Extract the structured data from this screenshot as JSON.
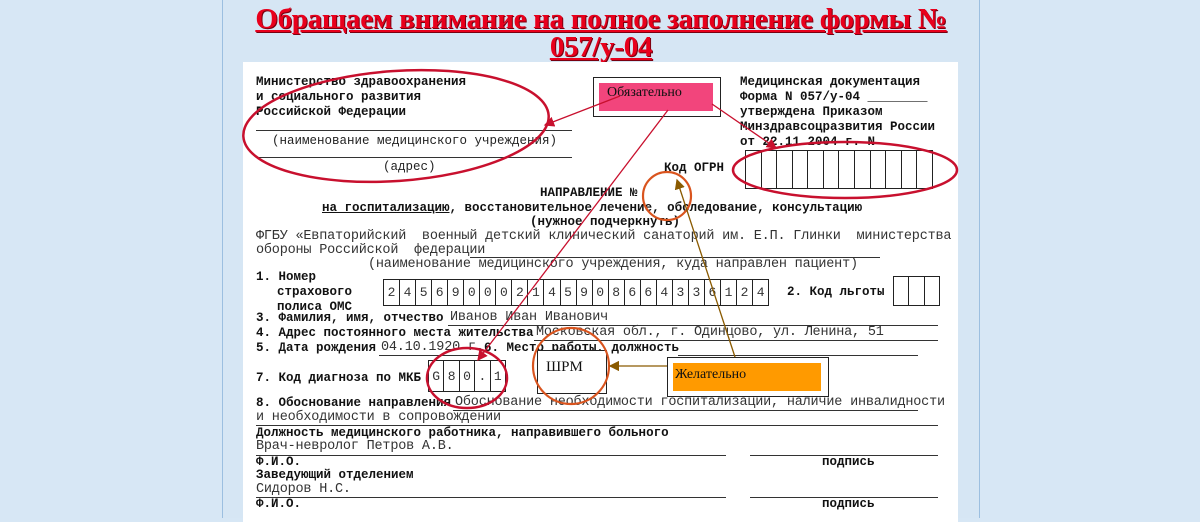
{
  "title": {
    "line1": "Обращаем внимание на полное заполнение формы №",
    "line2": "057/у-04"
  },
  "colors": {
    "title": "#e8001c",
    "required": "#f2457c",
    "desired": "#ff9a00",
    "red_mark": "#c8102e",
    "orange_mark": "#d9541e"
  },
  "callouts": {
    "required": "Обязательно",
    "desired": "Желательно",
    "shrm": "ШРМ"
  },
  "header_left": {
    "lines": [
      "Министерство здравоохранения",
      "и социального развития",
      "Российской Федерации"
    ],
    "institution_caption": "(наименование медицинского учреждения)",
    "address_caption": "(адрес)"
  },
  "header_right": {
    "lines": [
      "Медицинская документация",
      "Форма N 057/у-04 ________",
      "утверждена Приказом",
      "Минздравсоцразвития России",
      "от 22.11.2004 г. N"
    ],
    "ogrn_label": "Код ОГРН",
    "ogrn_cells": 12
  },
  "heading": {
    "title": "НАПРАВЛЕНИЕ №",
    "purpose_underlined": "на госпитализацию",
    "purpose_rest": ", восстановительное лечение, обследование, консультацию",
    "note": "(нужное подчеркнуть)"
  },
  "destination": {
    "line1": "ФГБУ «Евпаторийский  военный детский клинический санаторий им. Е.П. Глинки  министерства",
    "line2": "обороны Российской  федерации",
    "caption": "(наименование медицинского учреждения, куда направлен пациент)"
  },
  "fields": {
    "policy_label": [
      "1. Номер",
      "страхового",
      "полиса ОМС"
    ],
    "policy_digits": [
      "2",
      "4",
      "5",
      "6",
      "9",
      "0",
      "0",
      "0",
      "2",
      "1",
      "4",
      "5",
      "9",
      "0",
      "8",
      "6",
      "6",
      "4",
      "3",
      "3",
      "6",
      "1",
      "2",
      "4"
    ],
    "benefit_label": "2. Код льготы",
    "benefit_cells": 3,
    "name_label": "3. Фамилия, имя, отчество",
    "name_value": "Иванов Иван Иванович",
    "address_label": "4. Адрес постоянного места жительства",
    "address_value": "Московская обл., г. Одинцово, ул. Ленина, 51",
    "birth_label": "5. Дата рождения",
    "birth_value": "04.10.1920 г.",
    "work_label": "6. Место работы, должность",
    "icd_label": "7. Код диагноза по МКБ",
    "icd_cells": [
      "G",
      "8",
      "0",
      ".",
      "1"
    ],
    "reason_label": "8. Обоснование направления",
    "reason_value1": "Обоснование необходимости госпитализации, наличие инвалидности",
    "reason_value2": "и необходимости в сопровождении"
  },
  "signatures": {
    "position_label": "Должность медицинского работника, направившего больного",
    "doctor_value": "Врач-невролог Петров А.В.",
    "fio_label": "Ф.И.О.",
    "signature_label": "подпись",
    "head_label": "Заведующий отделением",
    "head_value": "Сидоров Н.С."
  }
}
